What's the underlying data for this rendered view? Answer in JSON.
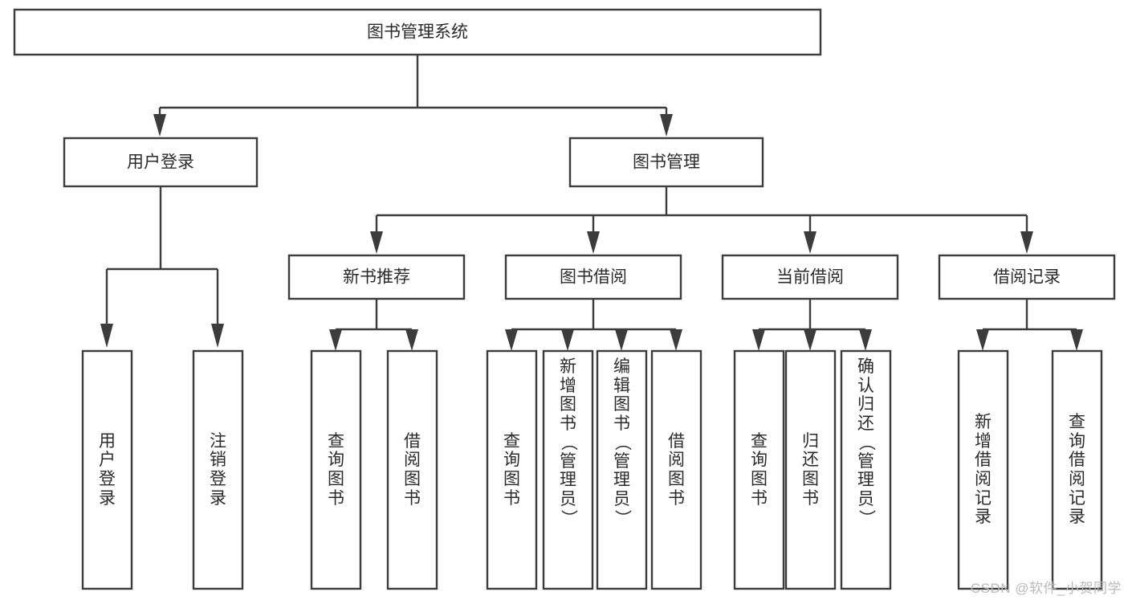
{
  "diagram": {
    "title_node": {
      "label": "图书管理系统"
    },
    "level2": [
      {
        "id": "user-login",
        "label": "用户登录"
      },
      {
        "id": "book-manage",
        "label": "图书管理"
      }
    ],
    "level3": [
      {
        "id": "new-book-recommend",
        "label": "新书推荐"
      },
      {
        "id": "book-borrow",
        "label": "图书借阅"
      },
      {
        "id": "current-borrow",
        "label": "当前借阅"
      },
      {
        "id": "borrow-record",
        "label": "借阅记录"
      }
    ],
    "leaves": {
      "user-login": [
        {
          "id": "leaf-user-login",
          "label": "用户登录"
        },
        {
          "id": "leaf-logout-login",
          "label": "注销登录"
        }
      ],
      "new-book-recommend": [
        {
          "id": "leaf-query-book-1",
          "label": "查询图书"
        },
        {
          "id": "leaf-borrow-book-1",
          "label": "借阅图书"
        }
      ],
      "book-borrow": [
        {
          "id": "leaf-query-book-2",
          "label": "查询图书"
        },
        {
          "id": "leaf-add-book-admin",
          "label": "新增图书（管理员）"
        },
        {
          "id": "leaf-edit-book-admin",
          "label": "编辑图书（管理员）"
        },
        {
          "id": "leaf-borrow-book-2",
          "label": "借阅图书"
        }
      ],
      "current-borrow": [
        {
          "id": "leaf-query-book-3",
          "label": "查询图书"
        },
        {
          "id": "leaf-return-book",
          "label": "归还图书"
        },
        {
          "id": "leaf-confirm-return-admin",
          "label": "确认归还（管理员）"
        }
      ],
      "borrow-record": [
        {
          "id": "leaf-add-borrow-record",
          "label": "新增借阅记录"
        },
        {
          "id": "leaf-query-borrow-record",
          "label": "查询借阅记录"
        }
      ]
    },
    "watermark": "CSDN @软件_小贺同学",
    "colors": {
      "stroke": "#3c3c3c",
      "text": "#2b2b2b",
      "background": "#ffffff",
      "watermark": "#b9b9b9"
    }
  }
}
